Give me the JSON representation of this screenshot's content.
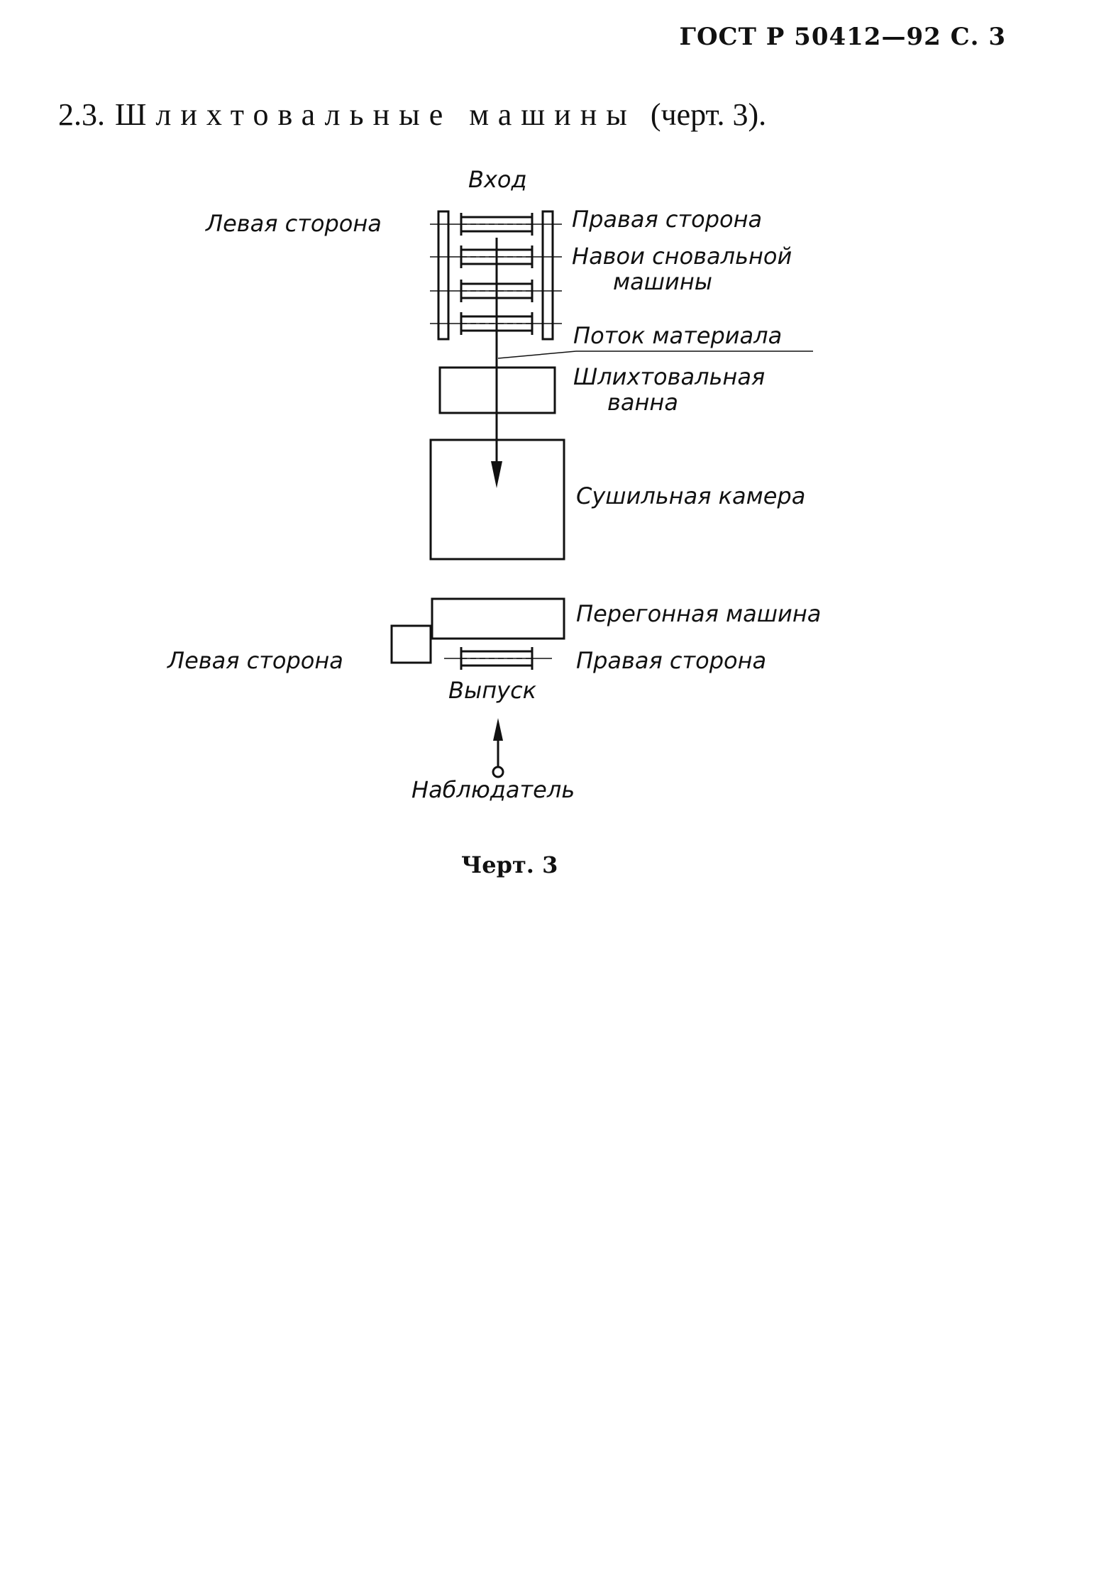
{
  "header": {
    "text": "ГОСТ Р 50412—92 С. 3"
  },
  "section": {
    "number": "2.3.",
    "name": "Шлихтовальные машины",
    "ref": "(черт. 3)."
  },
  "diagram": {
    "labels": {
      "entry": "Вход",
      "left_side_top": "Левая сторона",
      "right_side_top": "Правая сторона",
      "beams_line1": "Навои сновальной",
      "beams_line2": "машины",
      "material_flow": "Поток материала",
      "sizing_bath_line1": "Шлихтовальная",
      "sizing_bath_line2": "ванна",
      "drying_chamber": "Сушильная камера",
      "beaming_machine": "Перегонная машина",
      "left_side_bottom": "Левая сторона",
      "right_side_bottom": "Правая сторона",
      "exit": "Выпуск",
      "observer": "Наблюдатель"
    }
  },
  "caption": {
    "text": "Черт. 3"
  }
}
